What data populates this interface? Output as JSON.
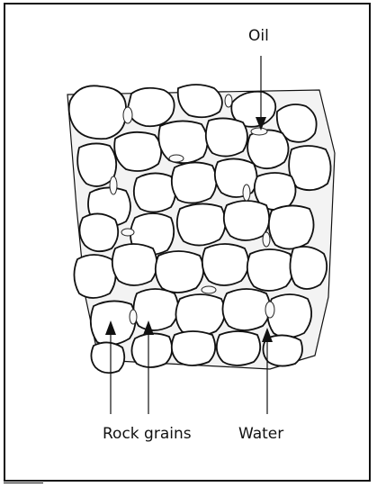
{
  "labels": {
    "oil": "Oil",
    "rock_grains": "Rock grains",
    "water": "Water"
  },
  "colors": {
    "line": "#111111",
    "background": "#ffffff",
    "pore_fill": "#f3f3f3"
  }
}
